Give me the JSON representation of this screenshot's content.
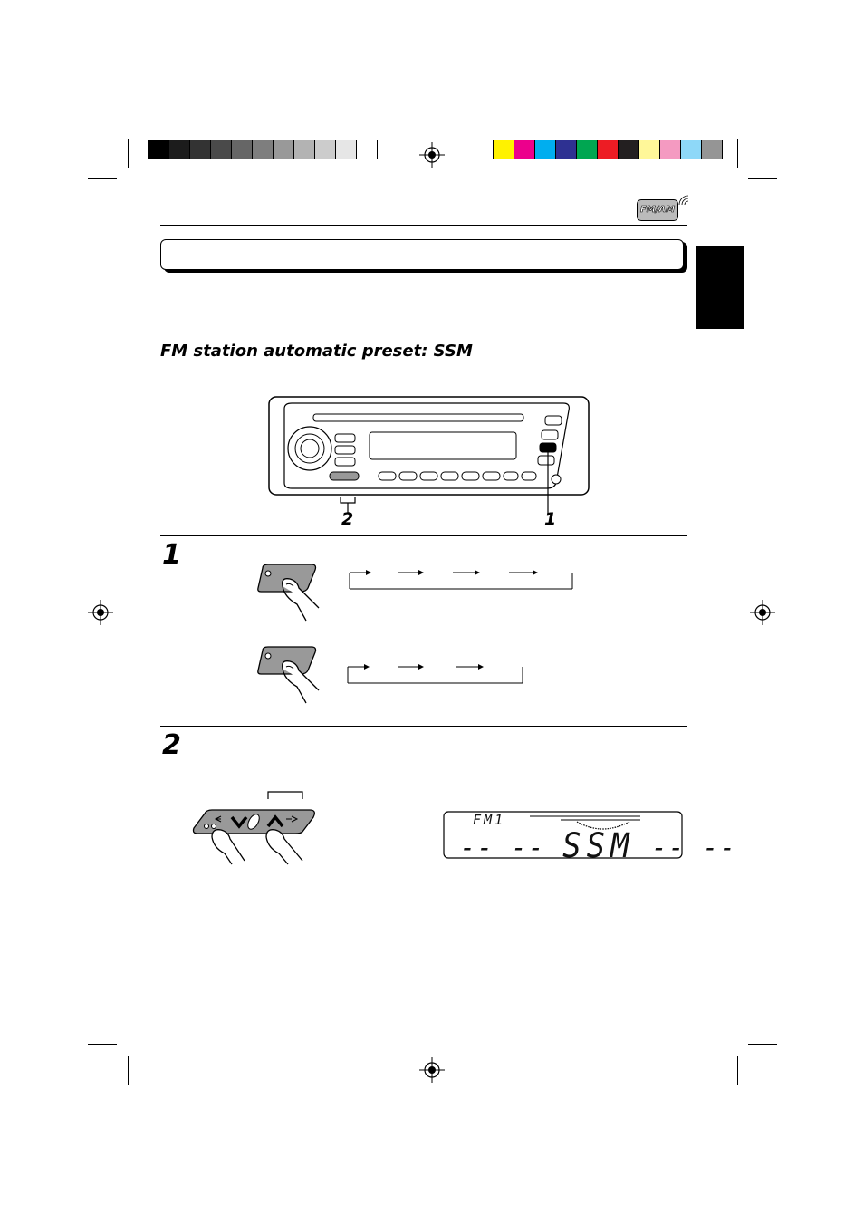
{
  "header": {
    "band_badge": "FM/AM",
    "subtitle": "FM station automatic preset: SSM"
  },
  "steps": [
    {
      "number": "1"
    },
    {
      "number": "2"
    }
  ],
  "callouts": {
    "preset_buttons": "2",
    "band_button": "1"
  },
  "display": {
    "band": "FM1",
    "dash_left": "-- --",
    "mode": "SSM",
    "dash_right": "-- --"
  },
  "colors": {
    "gray_scale": [
      "#000000",
      "#1c1c1c",
      "#333333",
      "#4a4a4a",
      "#666666",
      "#7e7e7e",
      "#999999",
      "#b3b3b3",
      "#cccccc",
      "#e6e6e6",
      "#ffffff"
    ],
    "color_bar": [
      "#fff200",
      "#ec008c",
      "#00aeef",
      "#2e3192",
      "#00a651",
      "#ed1c24",
      "#231f20",
      "#fff799",
      "#f49ac1",
      "#8ed8f8",
      "#959595"
    ],
    "section_tab": "#000000"
  }
}
